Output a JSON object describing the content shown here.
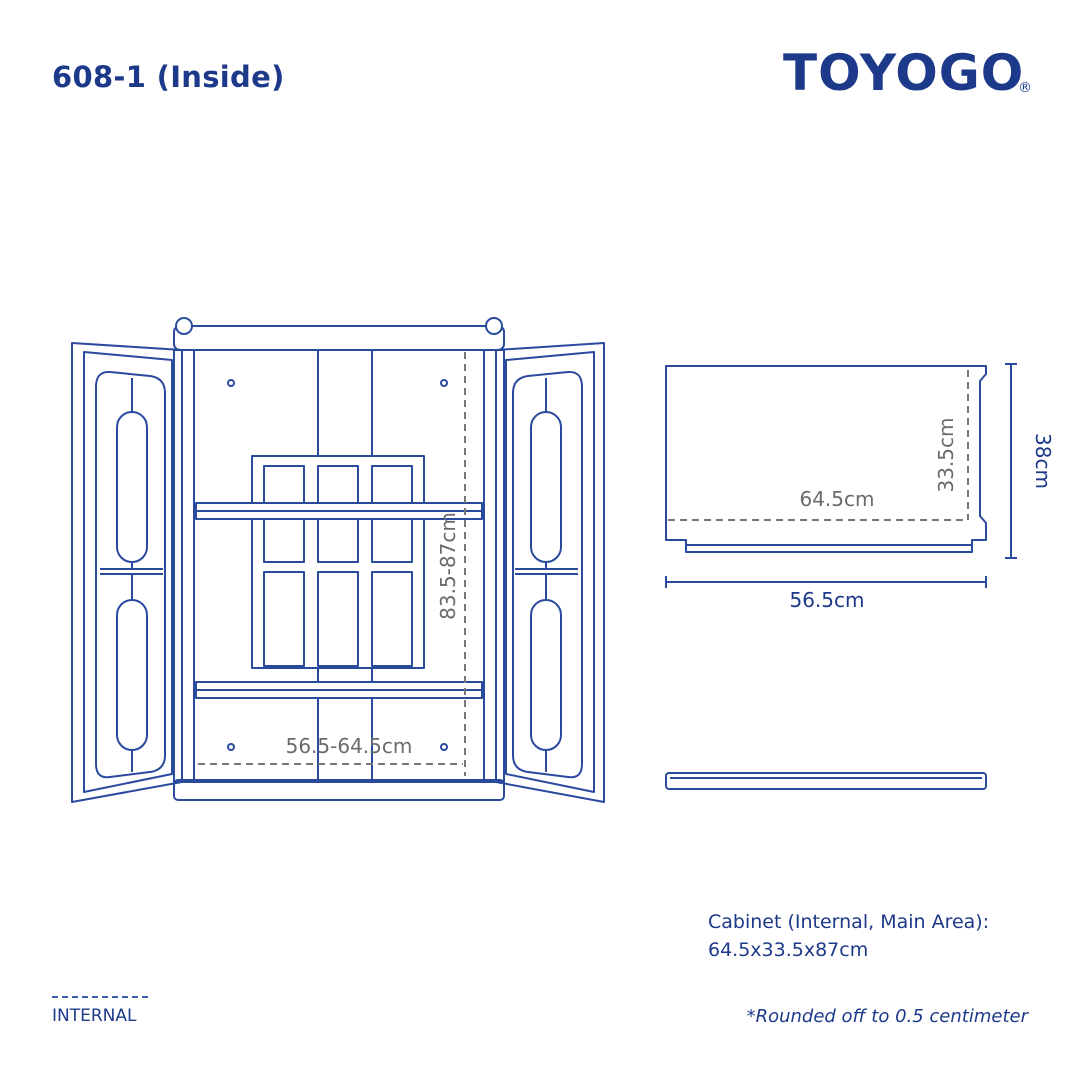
{
  "header": {
    "title": "608-1 (Inside)",
    "brand": "TOYOGO",
    "brand_mark": "®"
  },
  "cabinet_front": {
    "height_dim": "83.5-87cm",
    "width_dim": "56.5-64.5cm"
  },
  "shelf_top": {
    "depth_inner": "33.5cm",
    "width_inner": "64.5cm",
    "depth_outer": "38cm",
    "width_outer": "56.5cm"
  },
  "spec": {
    "label": "Cabinet (Internal, Main Area):",
    "value": "64.5x33.5x87cm"
  },
  "legend": {
    "internal_label": "INTERNAL"
  },
  "note": "*Rounded off to 0.5 centimeter",
  "colors": {
    "line": "#2a4a9e",
    "dim_text_gray": "#6b6b6b",
    "title": "#1d3a8a"
  }
}
